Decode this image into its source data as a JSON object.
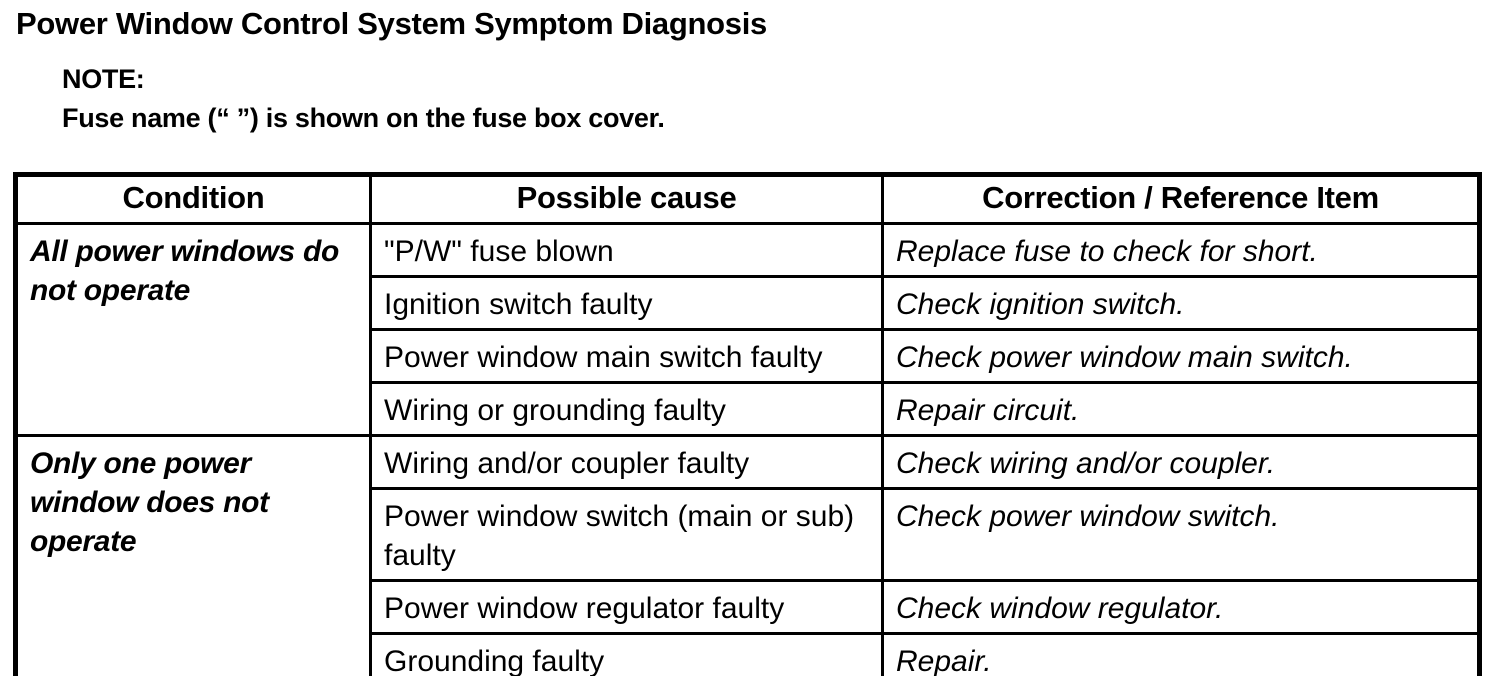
{
  "doc": {
    "title": "Power Window Control System Symptom Diagnosis",
    "note": {
      "label": "NOTE:",
      "text": "Fuse name (“ ”) is shown on the fuse box cover."
    }
  },
  "table": {
    "headers": [
      "Condition",
      "Possible cause",
      "Correction / Reference Item"
    ],
    "groups": [
      {
        "condition": "All power windows do not operate",
        "rows": [
          {
            "cause": "\"P/W\" fuse blown",
            "correction": "Replace fuse to check for short."
          },
          {
            "cause": "Ignition switch faulty",
            "correction": "Check ignition switch."
          },
          {
            "cause": "Power window main switch faulty",
            "correction": "Check power window main switch."
          },
          {
            "cause": "Wiring or grounding faulty",
            "correction": "Repair circuit."
          }
        ]
      },
      {
        "condition": "Only one power window does not operate",
        "rows": [
          {
            "cause": "Wiring and/or coupler faulty",
            "correction": "Check wiring and/or coupler."
          },
          {
            "cause": "Power window switch (main or sub) faulty",
            "correction": "Check power window switch."
          },
          {
            "cause": "Power window regulator faulty",
            "correction": "Check window regulator."
          },
          {
            "cause": "Grounding faulty",
            "correction": "Repair."
          }
        ]
      }
    ]
  }
}
